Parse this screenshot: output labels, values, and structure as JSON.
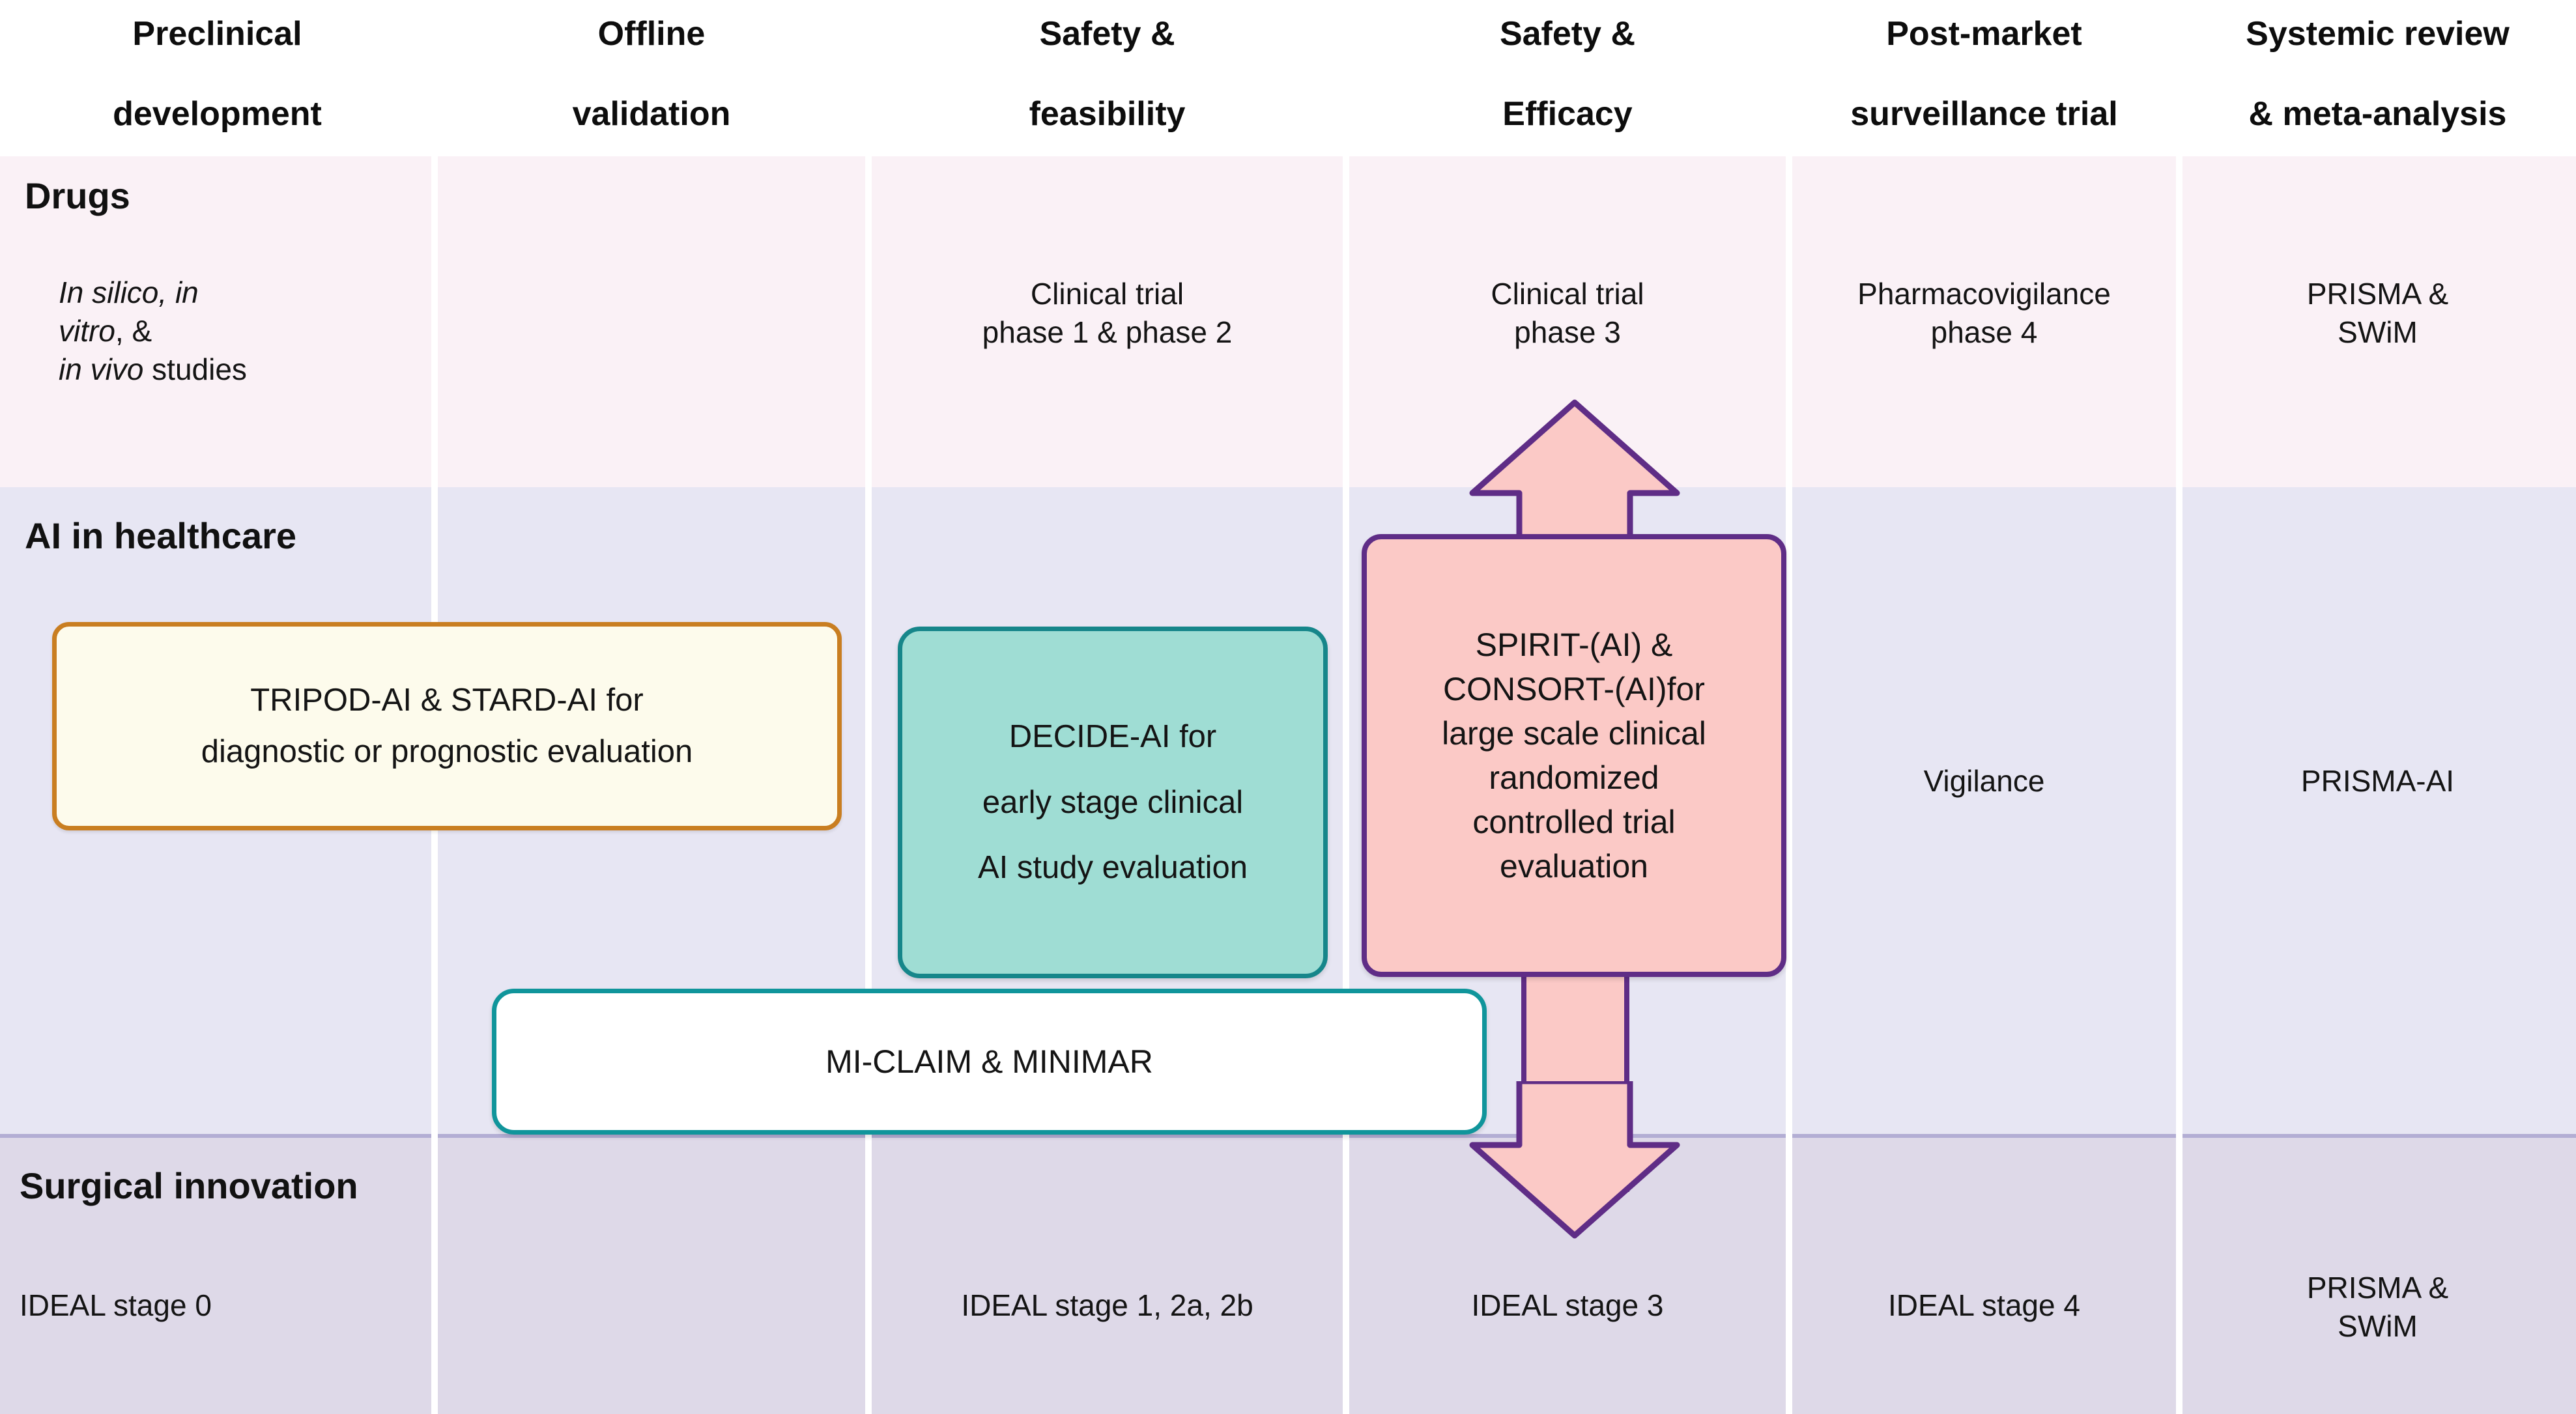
{
  "columns": [
    {
      "id": "preclinical",
      "label": "Preclinical\ndevelopment",
      "line1": "Preclinical",
      "line2": "development"
    },
    {
      "id": "offline",
      "label": "Offline\nvalidation",
      "line1": "Offline",
      "line2": "validation"
    },
    {
      "id": "safety-feasibility",
      "label": "Safety &\nfeasibility",
      "line1": "Safety &",
      "line2": "feasibility"
    },
    {
      "id": "safety-efficacy",
      "label": "Safety &\nEfficacy",
      "line1": "Safety &",
      "line2": "Efficacy"
    },
    {
      "id": "post-market",
      "label": "Post-market\nsurveillance trial",
      "line1": "Post-market",
      "line2": "surveillance trial"
    },
    {
      "id": "systemic-review",
      "label": "Systemic review\n& meta-analysis",
      "line1": "Systemic review",
      "line2": "& meta-analysis"
    }
  ],
  "rows": [
    {
      "id": "drugs",
      "label": "Drugs",
      "cells": {
        "preclinical_italic_l1": "In silico, in",
        "preclinical_italic_l2": "vitro",
        "preclinical_italic_l2_tail": ", &",
        "preclinical_italic_l3": "in vivo",
        "preclinical_italic_l3_tail": " studies",
        "offline": "",
        "safety_feasibility": "Clinical trial\nphase 1 & phase 2",
        "safety_feasibility_l1": "Clinical trial",
        "safety_feasibility_l2": "phase 1 & phase 2",
        "safety_efficacy_l1": "Clinical trial",
        "safety_efficacy_l2": "phase 3",
        "post_market_l1": "Pharmacovigilance",
        "post_market_l2": "phase 4",
        "systemic_l1": "PRISMA &",
        "systemic_l2": "SWiM"
      }
    },
    {
      "id": "ai-in-healthcare",
      "label": "AI in healthcare",
      "cells": {
        "post_market": "Vigilance",
        "systemic": "PRISMA-AI"
      }
    },
    {
      "id": "surgical-innovation",
      "label": "Surgical innovation",
      "cells": {
        "preclinical": "IDEAL stage 0",
        "offline": "",
        "safety_feasibility": "IDEAL stage 1, 2a, 2b",
        "safety_efficacy": "IDEAL stage 3",
        "post_market": "IDEAL stage 4",
        "systemic_l1": "PRISMA &",
        "systemic_l2": "SWiM"
      }
    }
  ],
  "boxes": {
    "tripod": {
      "line1": "TRIPOD-AI & STARD-AI for",
      "line2": "diagnostic or prognostic evaluation",
      "border_color": "#c97e21",
      "fill_color": "#fdfbec"
    },
    "decide": {
      "line1": "DECIDE-AI for",
      "line2": "early stage clinical",
      "line3": "AI study evaluation",
      "border_color": "#16868a",
      "fill_color": "#9fddd4"
    },
    "spirit": {
      "line1": "SPIRIT-(AI) &",
      "line2": "CONSORT-(AI)for",
      "line3": "large scale clinical",
      "line4": "randomized",
      "line5": "controlled trial",
      "line6": "evaluation",
      "border_color": "#5f2d86",
      "fill_color": "#fbc9c6"
    },
    "miclaim": {
      "label": "MI-CLAIM & MINIMAR",
      "border_color": "#10959b",
      "fill_color": "#ffffff"
    }
  },
  "arrow": {
    "name": "bidirectional-vertical-arrow",
    "fill_color": "#fbc9c6",
    "border_color": "#5f2d86"
  },
  "palette": {
    "drugs_band": "#faf1f6",
    "ai_band": "#e7e6f3",
    "surgical_band": "#ded9e8",
    "band_divider": "#b3aed4",
    "page_background": "#ffffff"
  }
}
